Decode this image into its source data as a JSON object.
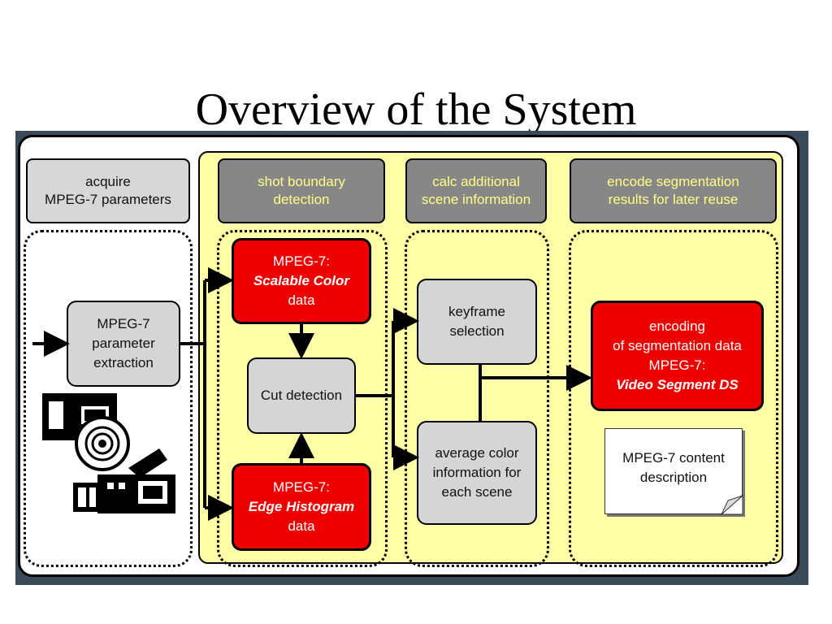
{
  "slide": {
    "title": "Overview of the System"
  },
  "headers": {
    "acquire": "acquire\nMPEG-7 parameters",
    "shot": "shot boundary\ndetection",
    "calc": "calc additional\nscene information",
    "encode": "encode segmentation\nresults for later reuse"
  },
  "boxes": {
    "extraction": "MPEG-7\nparameter\nextraction",
    "scalable_top": "MPEG-7:",
    "scalable_name": "Scalable Color",
    "scalable_bottom": "data",
    "cut": "Cut detection",
    "edge_top": "MPEG-7:",
    "edge_name": "Edge Histogram",
    "edge_bottom": "data",
    "keyframe": "keyframe\nselection",
    "average": "average color\ninformation for\neach scene",
    "encoding_top": "encoding\nof segmentation data\nMPEG-7:",
    "encoding_name": "Video Segment DS",
    "content_note": "MPEG-7 content\ndescription"
  },
  "icons": [
    "videotape-icon",
    "disc-icon",
    "video-camera-icon"
  ],
  "colors": {
    "panel": "#3b4a59",
    "yellow": "#ffffa8",
    "red": "#ee0000",
    "dark_header_text": "#ffff86"
  }
}
